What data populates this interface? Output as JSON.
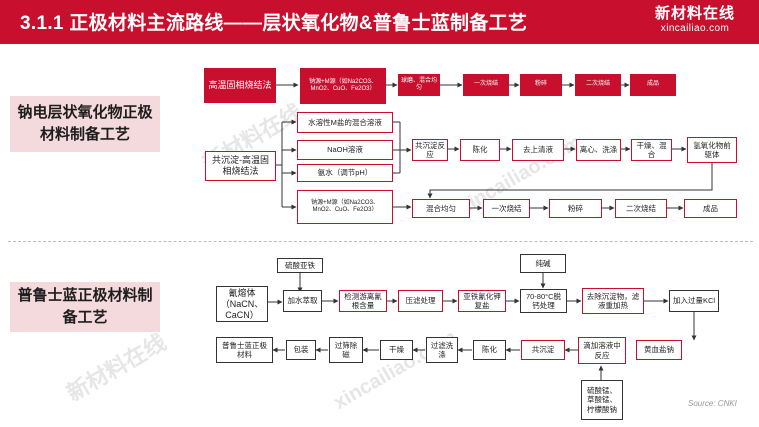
{
  "header": {
    "title": "3.1.1 正极材料主流路线——层状氧化物&普鲁士蓝制备工艺"
  },
  "logo": {
    "cn": "新材料在线",
    "en": "xincailiao.com"
  },
  "sections": {
    "layered": "钠电层状氧化物正极材料制备工艺",
    "prussian": "普鲁士蓝正极材料制备工艺"
  },
  "layered": {
    "solid_label": "高温固相烧结法",
    "solid_raw": "钠源+M源（如Na2CO3、MnO2、CuO、Fe2O3）",
    "solid_steps": [
      "球磨、混合均匀",
      "一次烧结",
      "粉碎",
      "二次烧结",
      "成品"
    ],
    "copre_label": "共沉淀-高温固相烧结法",
    "copre_inputs": [
      "水溶性M盐的混合溶液",
      "NaOH溶液",
      "氨水（调节pH）"
    ],
    "copre_steps": [
      "共沉淀反应",
      "陈化",
      "去上清液",
      "离心、洗涤",
      "干燥、混合",
      "氢氧化物前驱体"
    ],
    "copre_raw": "钠源+M源（如Na2CO3、MnO2、CuO、Fe2O3）",
    "copre_steps2": [
      "混合均匀",
      "一次烧结",
      "粉碎",
      "二次烧结",
      "成品"
    ]
  },
  "prussian": {
    "raw": "氰熔体（NaCN、CaCN）",
    "ferrous": "硫酸亚铁",
    "soda": "纯碱",
    "row1": [
      "加水萃取",
      "检测游离氰根含量",
      "压滤处理",
      "亚铁氰化钾复盐",
      "70-80°C脱钙处理",
      "去除沉淀物，滤液重加热",
      "加入过量KCl"
    ],
    "row2": [
      "普鲁士蓝正极材料",
      "包装",
      "过筛除磁",
      "干燥",
      "过滤洗涤",
      "陈化",
      "共沉淀",
      "滴加溶液中反应",
      "黄血盐钠"
    ],
    "additives": "硫酸锰、草酸锰、柠檬酸钠"
  },
  "source": "Source:   CNKI",
  "colors": {
    "accent": "#c8102e",
    "label_bg": "#f4d9dd"
  }
}
